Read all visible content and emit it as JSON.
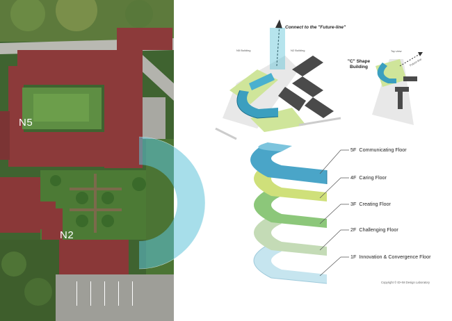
{
  "aerial": {
    "building_n5": "N5",
    "building_n2": "N2"
  },
  "top_diagram": {
    "connect_label": "Connect to the \"Future-line\"",
    "n5_building": "N5 Building",
    "n2_building": "N2 Building"
  },
  "small_diagram": {
    "shape_label_line1": "\"C\" Shape",
    "shape_label_line2": "Building",
    "top_view": "Top view",
    "future_line": "Future-line"
  },
  "floors": [
    {
      "level": "5F",
      "name": "Communicating Floor",
      "color": "#4aa5c8"
    },
    {
      "level": "4F",
      "name": "Caring Floor",
      "color": "#cfe07a"
    },
    {
      "level": "3F",
      "name": "Creating Floor",
      "color": "#8cc77a"
    },
    {
      "level": "2F",
      "name": "Challenging Floor",
      "color": "#c4dbb6"
    },
    {
      "level": "1F",
      "name": "Innovation & Convergence Floor",
      "color": "#c6e5ef"
    }
  ],
  "copyright": "Copyright © ID+IM Design Laboratory",
  "colors": {
    "roof": "#8c3a3a",
    "grass": "#4f7a3a",
    "ring": "#5ec3d8",
    "building_dark": "#555555",
    "site_green": "#cfe59a"
  }
}
